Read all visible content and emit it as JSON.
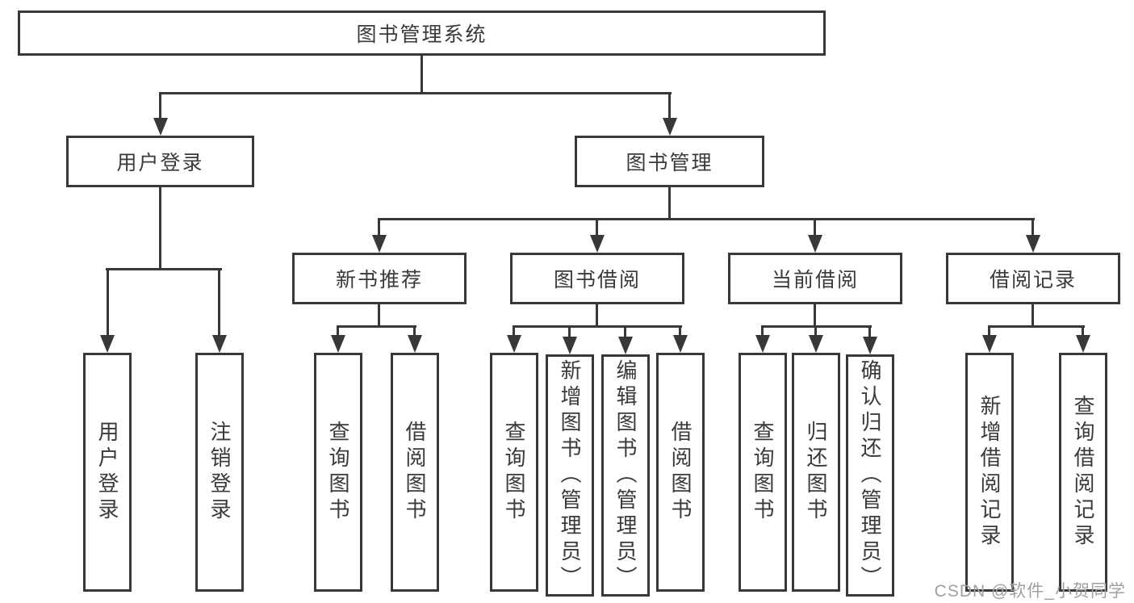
{
  "title": "图书管理系统",
  "watermark": "CSDN @软件_小贺同学",
  "colors": {
    "line_and_border": "#383838",
    "box_fill": "#ffffff",
    "text": "#3a3a3a",
    "watermark_text": "#a0a0a0",
    "background": "#ffffff"
  },
  "tree": {
    "label": "图书管理系统",
    "children": [
      {
        "label": "用户登录",
        "children": [
          {
            "label": "用户登录"
          },
          {
            "label": "注销登录"
          }
        ]
      },
      {
        "label": "图书管理",
        "children": [
          {
            "label": "新书推荐",
            "children": [
              {
                "label": "查询图书"
              },
              {
                "label": "借阅图书"
              }
            ]
          },
          {
            "label": "图书借阅",
            "children": [
              {
                "label": "查询图书"
              },
              {
                "label": "新增图书（管理员）"
              },
              {
                "label": "编辑图书（管理员）"
              },
              {
                "label": "借阅图书"
              }
            ]
          },
          {
            "label": "当前借阅",
            "children": [
              {
                "label": "查询图书"
              },
              {
                "label": "归还图书"
              },
              {
                "label": "确认归还（管理员）"
              }
            ]
          },
          {
            "label": "借阅记录",
            "children": [
              {
                "label": "新增借阅记录"
              },
              {
                "label": "查询借阅记录"
              }
            ]
          }
        ]
      }
    ]
  }
}
